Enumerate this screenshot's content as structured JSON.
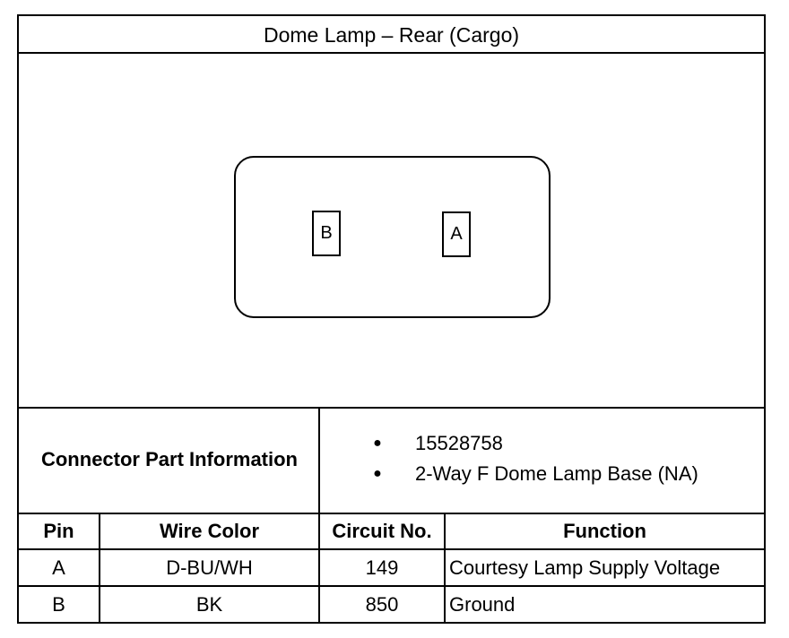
{
  "title": "Dome Lamp – Rear (Cargo)",
  "connector_view": {
    "pins": [
      {
        "label": "B"
      },
      {
        "label": "A"
      }
    ]
  },
  "part_info": {
    "header": "Connector Part Information",
    "items": [
      "15528758",
      "2-Way F Dome Lamp Base (NA)"
    ]
  },
  "table": {
    "headers": [
      "Pin",
      "Wire Color",
      "Circuit No.",
      "Function"
    ],
    "rows": [
      [
        "A",
        "D-BU/WH",
        "149",
        "Courtesy Lamp Supply Voltage"
      ],
      [
        "B",
        "BK",
        "850",
        "Ground"
      ]
    ]
  }
}
